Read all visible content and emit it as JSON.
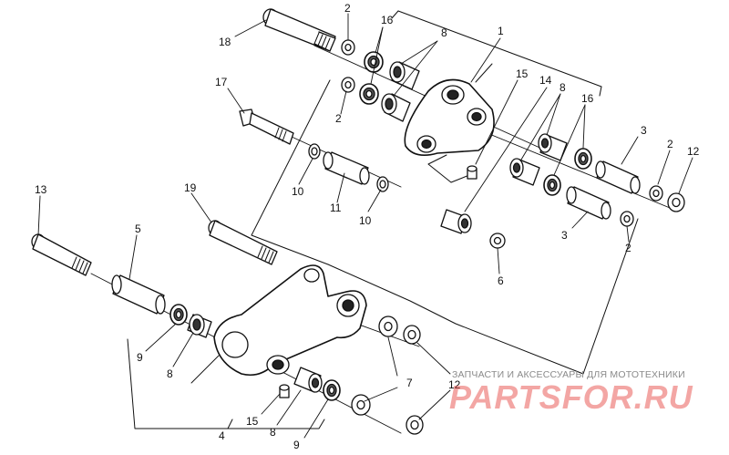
{
  "diagram": {
    "part_labels": {
      "p1": "1",
      "p2a": "2",
      "p2b": "2",
      "p2c": "2",
      "p2d": "2",
      "p3a": "3",
      "p3b": "3",
      "p4": "4",
      "p5": "5",
      "p6": "6",
      "p7": "7",
      "p8a": "8",
      "p8b": "8",
      "p8c": "8",
      "p8d": "8",
      "p9a": "9",
      "p9b": "9",
      "p10a": "10",
      "p10b": "10",
      "p11": "11",
      "p12a": "12",
      "p12b": "12",
      "p13": "13",
      "p14": "14",
      "p15a": "15",
      "p15b": "15",
      "p16a": "16",
      "p16b": "16",
      "p17": "17",
      "p18": "18",
      "p19": "19"
    }
  },
  "watermark": {
    "tagline": "ЗАПЧАСТИ И АКСЕССУАРЫ ДЛЯ МОТОТЕХНИКИ",
    "logo_text": "PARTSFOR.RU",
    "colors": {
      "logo": "#e53935",
      "tagline": "#8a8a8a"
    }
  }
}
